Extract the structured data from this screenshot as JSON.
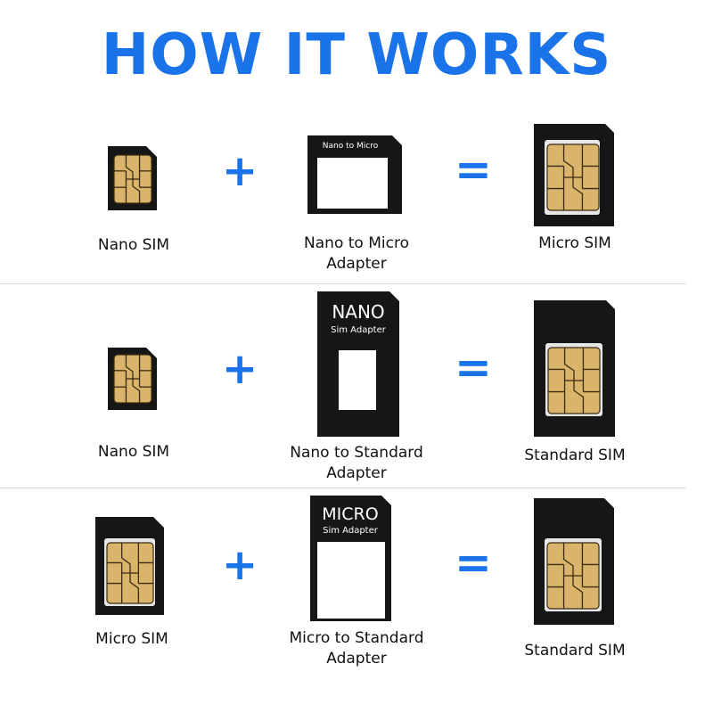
{
  "title": "HOW IT WORKS",
  "colors": {
    "accent": "#1a73e8",
    "sim_body": "#161616",
    "chip_gold": "#d9b46a",
    "chip_line": "#3a2c12"
  },
  "operators": {
    "plus": "+",
    "equals": "="
  },
  "rows": [
    {
      "input": "Nano SIM",
      "adapter": "Nano to Micro\nAdapter",
      "adapter_label": "Nano to Micro",
      "result": "Micro SIM"
    },
    {
      "input": "Nano SIM",
      "adapter": "Nano to Standard\nAdapter",
      "adapter_label_big": "NANO",
      "adapter_label_small": "Sim Adapter",
      "result": "Standard SIM"
    },
    {
      "input": "Micro SIM",
      "adapter": "Micro to Standard\nAdapter",
      "adapter_label_big": "MICRO",
      "adapter_label_small": "Sim Adapter",
      "result": "Standard SIM"
    }
  ]
}
